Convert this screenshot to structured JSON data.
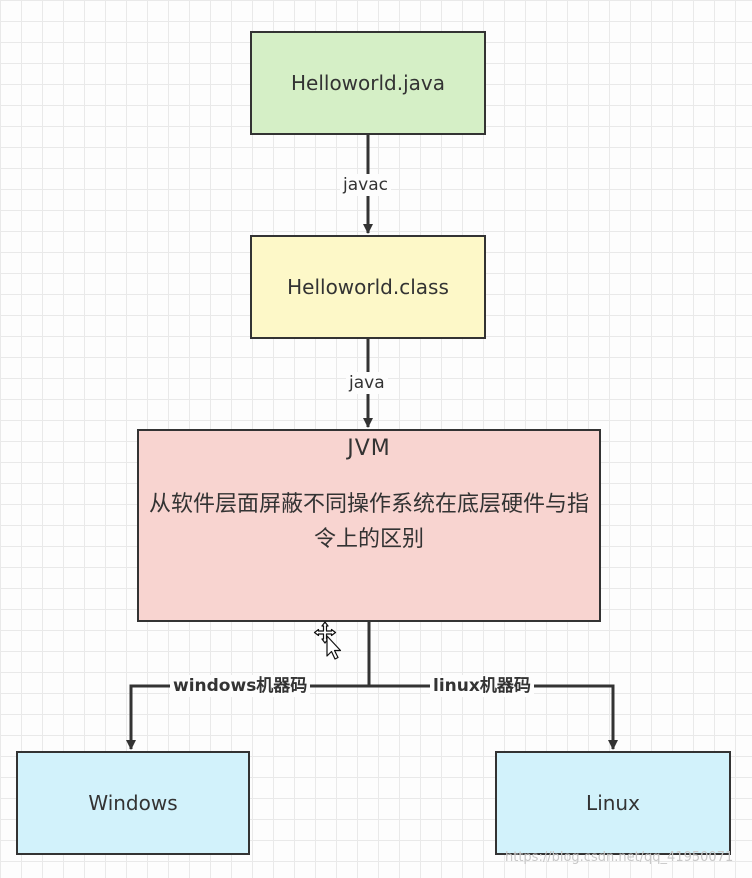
{
  "colors": {
    "source_fill": "#d5efc6",
    "class_fill": "#fdf8c8",
    "jvm_fill": "#f8d4d0",
    "os_fill": "#d2f2fb",
    "stroke": "#333333"
  },
  "nodes": {
    "source": {
      "label": "Helloworld.java"
    },
    "class": {
      "label": "Helloworld.class"
    },
    "jvm": {
      "title": "JVM",
      "description": "从软件层面屏蔽不同操作系统在底层硬件与指令上的区别"
    },
    "windows": {
      "label": "Windows"
    },
    "linux": {
      "label": "Linux"
    }
  },
  "edges": {
    "compile": {
      "label": "javac"
    },
    "run": {
      "label": "java"
    },
    "to_windows": {
      "label": "windows机器码"
    },
    "to_linux": {
      "label": "linux机器码"
    }
  },
  "cursor": {
    "icon": "move-cursor-icon"
  },
  "watermark": {
    "text": "https://blog.csdn.net/qq_41950071"
  }
}
